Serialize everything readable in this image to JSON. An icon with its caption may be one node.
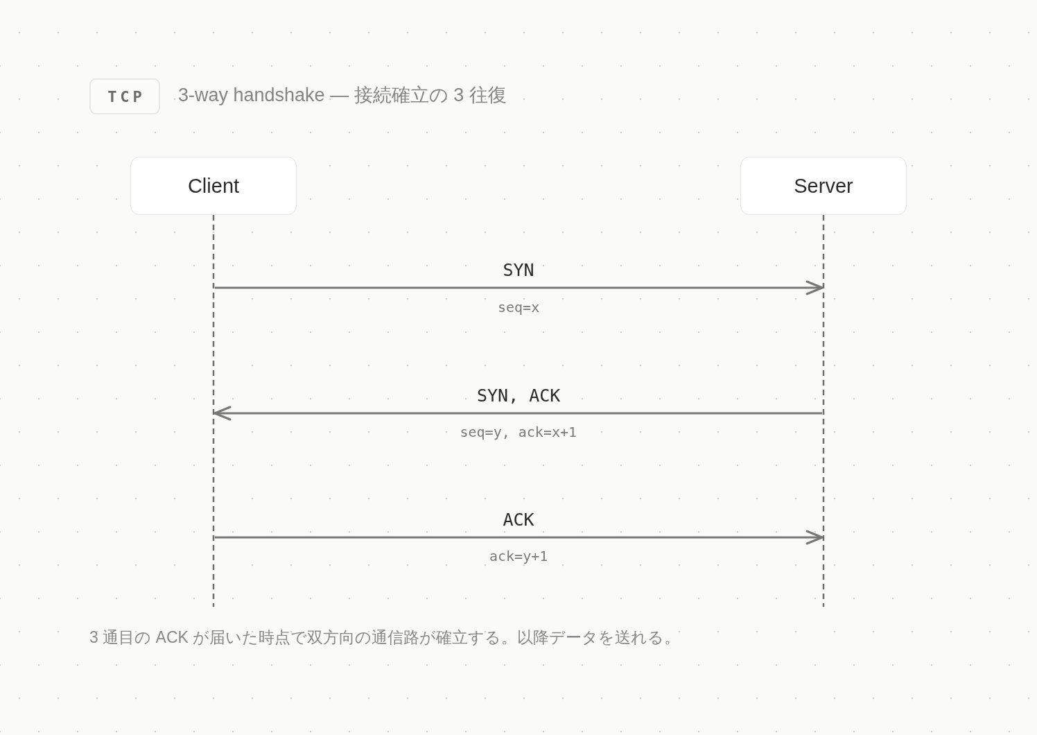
{
  "diagram": {
    "title": "3-way handshake — 接続確立の 3 往復",
    "caption": "3 通目の ACK が届いた時点で双方向の通信路が確立する。以降データを送れる。",
    "nodes": [
      {
        "text": [
          "TCP"
        ]
      },
      {
        "text": [
          "Client"
        ]
      },
      {
        "text": [
          "Server"
        ]
      },
      {
        "text": [],
        "shape": "line"
      },
      {
        "text": [],
        "shape": "line"
      }
    ],
    "edges": [
      {
        "from": 3,
        "to": 4,
        "arrow": "to",
        "label": "SYN"
      },
      {
        "from": 4,
        "to": 3,
        "arrow": "to",
        "label": "SYN, ACK"
      },
      {
        "from": 3,
        "to": 4,
        "arrow": "to",
        "label": "ACK"
      }
    ],
    "labels": [
      "seq=x",
      "seq=y, ack=x+1",
      "ack=y+1"
    ]
  }
}
